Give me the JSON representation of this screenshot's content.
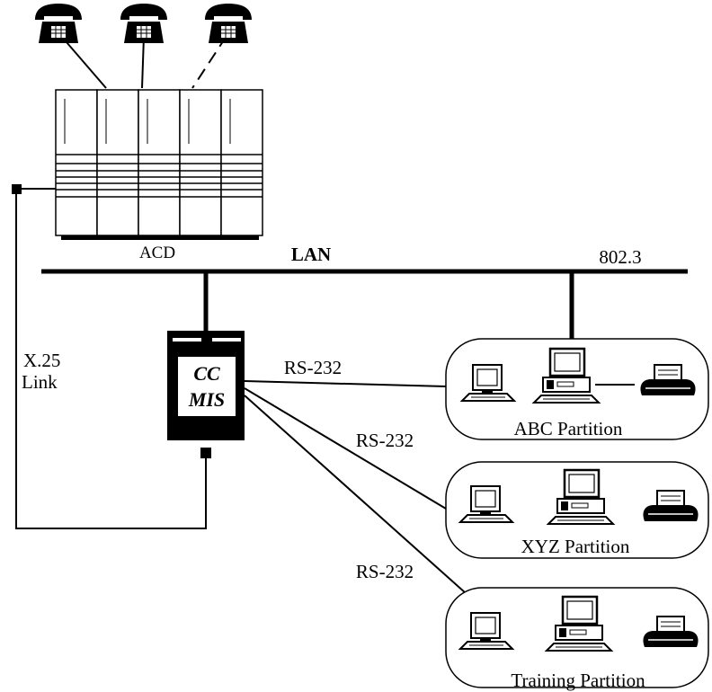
{
  "labels": {
    "acd": "ACD",
    "lan": "LAN",
    "ieee": "802.3",
    "x25_line1": "X.25",
    "x25_line2": "Link",
    "ccmis_line1": "CC",
    "ccmis_line2": "MIS",
    "rs232_a": "RS-232",
    "rs232_b": "RS-232",
    "rs232_c": "RS-232"
  },
  "partitions": [
    {
      "name": "ABC Partition"
    },
    {
      "name": "XYZ Partition"
    },
    {
      "name": "Training Partition"
    }
  ],
  "icons": {
    "phone": "telephone-icon",
    "terminal": "terminal-icon",
    "computer": "desktop-computer-icon",
    "printer": "printer-icon",
    "acd": "acd-cabinet-icon",
    "server": "server-icon"
  }
}
